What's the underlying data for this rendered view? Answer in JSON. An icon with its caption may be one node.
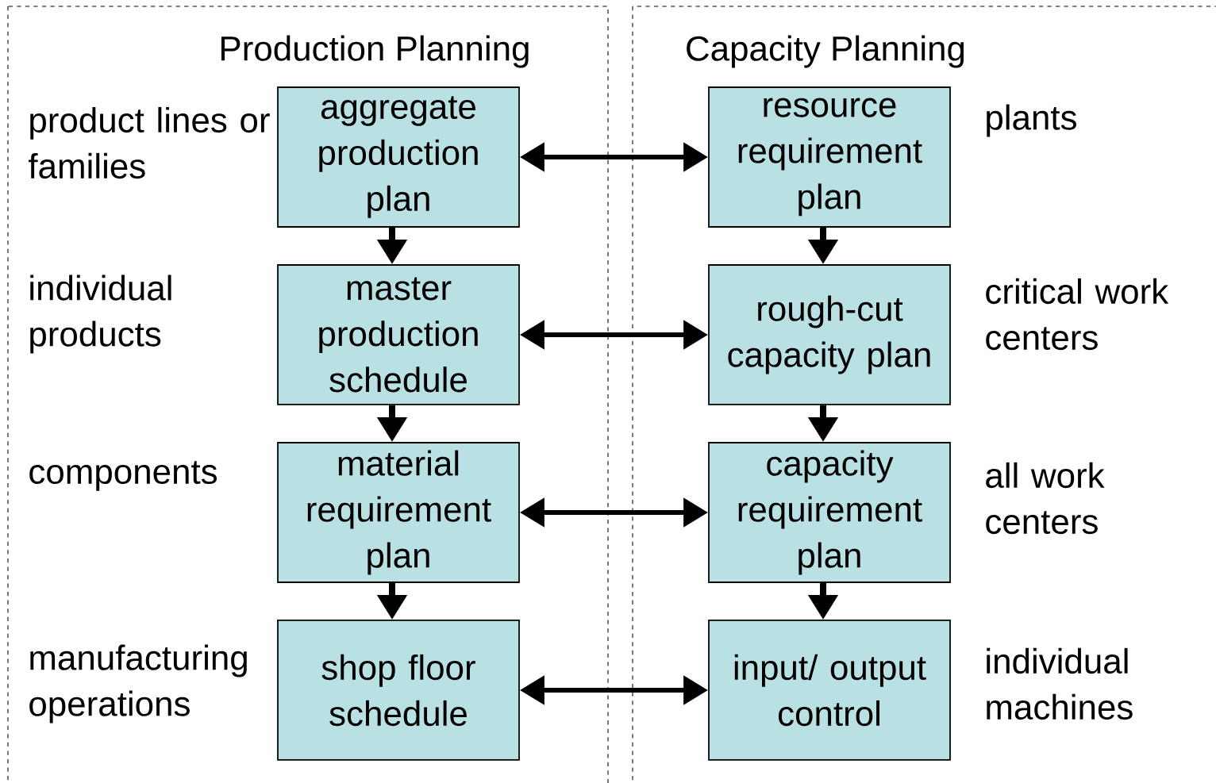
{
  "diagram": {
    "nodes": [
      {
        "text": [
          "Production Planning"
        ]
      },
      {
        "text": [
          "Capacity Planning"
        ]
      },
      {
        "text": [
          "aggregate production plan"
        ],
        "in": 0
      },
      {
        "text": [
          "master production schedule"
        ],
        "in": 0
      },
      {
        "text": [
          "material requirement plan"
        ],
        "in": 0
      },
      {
        "text": [
          "shop floor schedule"
        ],
        "in": 0
      },
      {
        "text": [
          "resource requirement plan"
        ],
        "in": 1
      },
      {
        "text": [
          "rough-cut capacity plan"
        ],
        "in": 1
      },
      {
        "text": [
          "capacity requirement plan"
        ],
        "in": 1
      },
      {
        "text": [
          "input/ output control"
        ],
        "in": 1
      }
    ],
    "edges": [
      {
        "from": 2,
        "to": 6,
        "arrow": "both"
      },
      {
        "from": 3,
        "to": 7,
        "arrow": "both"
      },
      {
        "from": 4,
        "to": 8,
        "arrow": "both"
      },
      {
        "from": 5,
        "to": 9,
        "arrow": "both"
      },
      {
        "from": 2,
        "to": 3,
        "arrow": "to"
      },
      {
        "from": 3,
        "to": 4,
        "arrow": "to"
      },
      {
        "from": 4,
        "to": 5,
        "arrow": "to"
      },
      {
        "from": 6,
        "to": 7,
        "arrow": "to"
      },
      {
        "from": 7,
        "to": 8,
        "arrow": "to"
      },
      {
        "from": 8,
        "to": 9,
        "arrow": "to"
      }
    ],
    "labels": [
      "product lines or families",
      "plants",
      "individual products",
      "critical work centers",
      "components",
      "all work centers",
      "manufacturing operations",
      "individual machines"
    ]
  }
}
